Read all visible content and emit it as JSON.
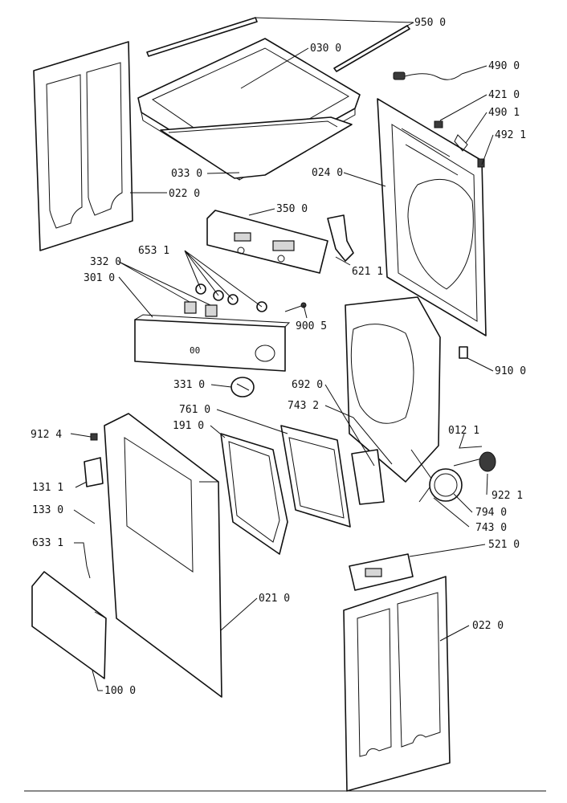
{
  "labels": [
    {
      "id": "950-0",
      "text": "950 0"
    },
    {
      "id": "030-0",
      "text": "030 0"
    },
    {
      "id": "490-0",
      "text": "490 0"
    },
    {
      "id": "421-0",
      "text": "421 0"
    },
    {
      "id": "490-1",
      "text": "490 1"
    },
    {
      "id": "492-1",
      "text": "492 1"
    },
    {
      "id": "033-0",
      "text": "033 0"
    },
    {
      "id": "024-0",
      "text": "024 0"
    },
    {
      "id": "022-0-top",
      "text": "022 0"
    },
    {
      "id": "350-0",
      "text": "350 0"
    },
    {
      "id": "653-1",
      "text": "653 1"
    },
    {
      "id": "621-1",
      "text": "621 1"
    },
    {
      "id": "332-0",
      "text": "332 0"
    },
    {
      "id": "301-0",
      "text": "301 0"
    },
    {
      "id": "900-5",
      "text": "900 5"
    },
    {
      "id": "910-0",
      "text": "910 0"
    },
    {
      "id": "331-0",
      "text": "331 0"
    },
    {
      "id": "692-0",
      "text": "692 0"
    },
    {
      "id": "761-0",
      "text": "761 0"
    },
    {
      "id": "191-0",
      "text": "191 0"
    },
    {
      "id": "743-2",
      "text": "743 2"
    },
    {
      "id": "012-1",
      "text": "012 1"
    },
    {
      "id": "912-4",
      "text": "912 4"
    },
    {
      "id": "131-1",
      "text": "131 1"
    },
    {
      "id": "133-0",
      "text": "133 0"
    },
    {
      "id": "922-1",
      "text": "922 1"
    },
    {
      "id": "794-0",
      "text": "794 0"
    },
    {
      "id": "743-0",
      "text": "743 0"
    },
    {
      "id": "633-1",
      "text": "633 1"
    },
    {
      "id": "521-0",
      "text": "521 0"
    },
    {
      "id": "021-0",
      "text": "021 0"
    },
    {
      "id": "022-0-bottom",
      "text": "022 0"
    },
    {
      "id": "100-0",
      "text": "100 0"
    }
  ],
  "panel_marking": "00"
}
